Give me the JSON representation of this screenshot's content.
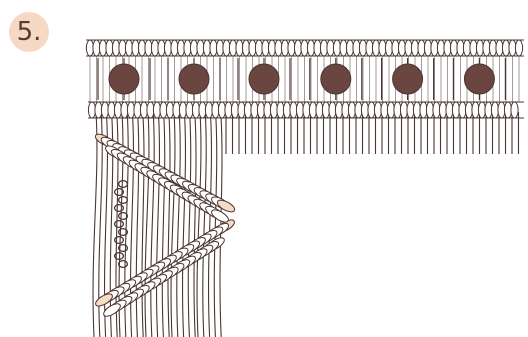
{
  "step_label": "5.",
  "colors": {
    "outline": "#4a3632",
    "bead": "#6b4540",
    "accent_fill": "#f7dcc5",
    "knot_fill": "#ffffff"
  },
  "diagram": {
    "bead_count": 6,
    "illustration": "macrame-knotting-step"
  }
}
